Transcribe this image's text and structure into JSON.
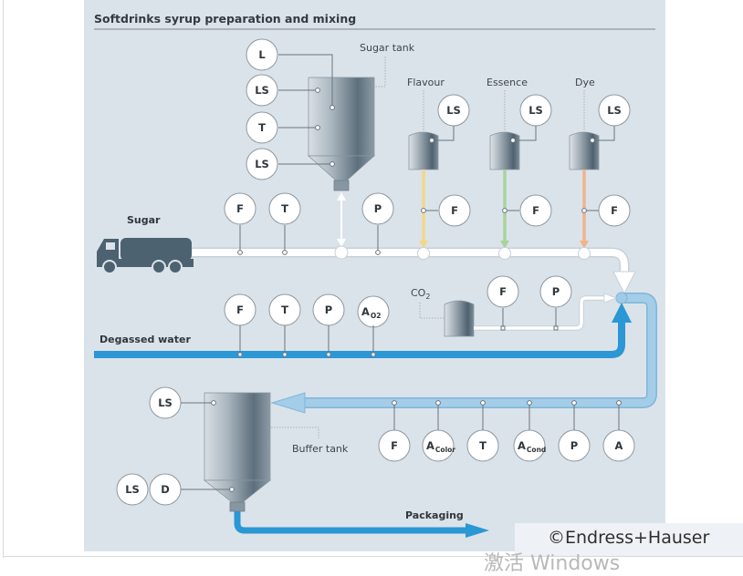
{
  "title": "Softdrinks syrup preparation and mixing",
  "colors": {
    "background": "#dbe3ea",
    "water_blue": "#2b97d4",
    "mix_blue": "#9fcbe6",
    "white_pipe": "#ffffff",
    "flavour_line": "#f2d78a",
    "essence_line": "#a8d49b",
    "dye_line": "#f0b48c",
    "truck": "#4d6270",
    "tank_dark": "#5b6d7a"
  },
  "labels": {
    "sugar_tank": "Sugar tank",
    "flavour": "Flavour",
    "essence": "Essence",
    "dye": "Dye",
    "sugar": "Sugar",
    "degassed_water": "Degassed water",
    "co2_main": "CO",
    "co2_sub": "2",
    "buffer_tank": "Buffer tank",
    "packaging": "Packaging"
  },
  "instruments": {
    "sugar_tank": [
      {
        "tag": "L"
      },
      {
        "tag": "LS"
      },
      {
        "tag": "T"
      },
      {
        "tag": "LS"
      }
    ],
    "sugar_line": [
      {
        "tag": "F"
      },
      {
        "tag": "T"
      },
      {
        "tag": "P"
      }
    ],
    "additive_tanks": [
      {
        "tag": "LS"
      },
      {
        "tag": "LS"
      },
      {
        "tag": "LS"
      }
    ],
    "additive_lines": [
      {
        "tag": "F"
      },
      {
        "tag": "F"
      },
      {
        "tag": "F"
      }
    ],
    "water_line": [
      {
        "tag": "F"
      },
      {
        "tag": "T"
      },
      {
        "tag": "P"
      },
      {
        "tag": "A",
        "sub": "O2"
      }
    ],
    "co2_line": [
      {
        "tag": "F"
      },
      {
        "tag": "P"
      }
    ],
    "mix_line": [
      {
        "tag": "F"
      },
      {
        "tag": "A",
        "sub": "Color"
      },
      {
        "tag": "T"
      },
      {
        "tag": "A",
        "sub": "Cond"
      },
      {
        "tag": "P"
      },
      {
        "tag": "A"
      }
    ],
    "buffer_tank": [
      {
        "tag": "LS"
      },
      {
        "tag": "LS"
      },
      {
        "tag": "D"
      }
    ]
  },
  "copyright": "©Endress+Hauser",
  "watermark": "激活 Windows"
}
